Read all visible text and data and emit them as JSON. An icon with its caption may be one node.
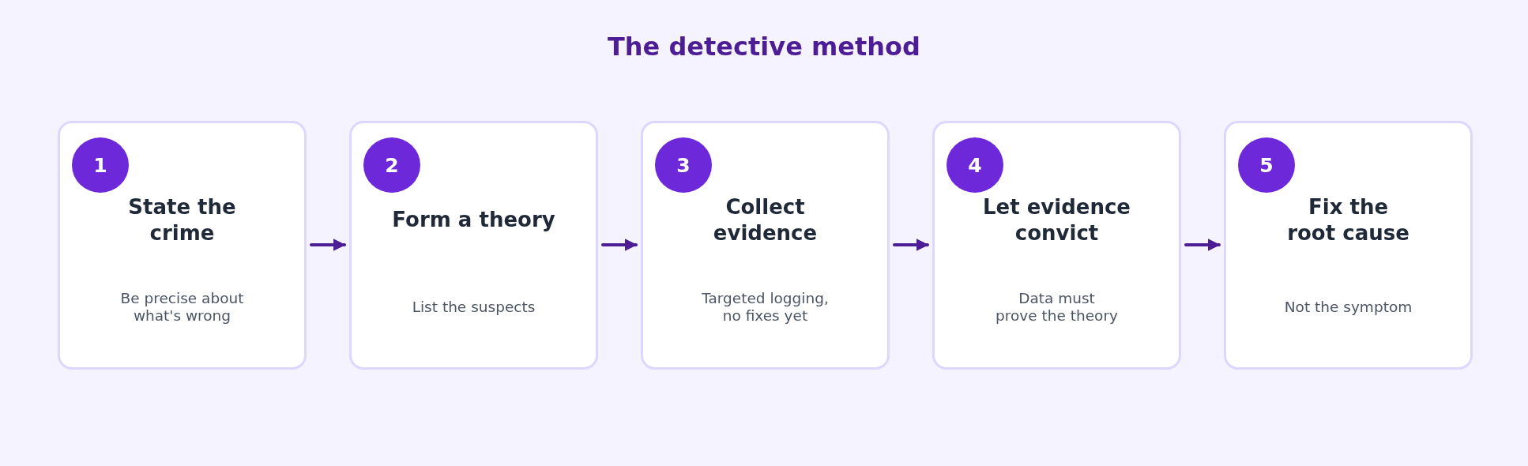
{
  "diagram": {
    "title": "The detective method",
    "nodes": [
      {
        "text": [
          "State the crime",
          "Be precise about what's wrong"
        ]
      },
      {
        "text": [
          "1"
        ],
        "in": 0
      },
      {
        "text": [
          "Form a theory",
          "List the suspects"
        ]
      },
      {
        "text": [
          "2"
        ],
        "in": 2
      },
      {
        "text": [
          "Collect evidence",
          "Targeted logging, no fixes yet"
        ]
      },
      {
        "text": [
          "3"
        ],
        "in": 4
      },
      {
        "text": [
          "Let evidence convict",
          "Data must prove the theory"
        ]
      },
      {
        "text": [
          "4"
        ],
        "in": 6
      },
      {
        "text": [
          "Fix the root cause",
          "Not the symptom"
        ]
      },
      {
        "text": [
          "5"
        ],
        "in": 8
      }
    ],
    "edges": [
      {
        "from": 0,
        "to": 2,
        "arrow": "to"
      },
      {
        "from": 2,
        "to": 4,
        "arrow": "to"
      },
      {
        "from": 4,
        "to": 6,
        "arrow": "to"
      },
      {
        "from": 6,
        "to": 8,
        "arrow": "to"
      }
    ]
  }
}
